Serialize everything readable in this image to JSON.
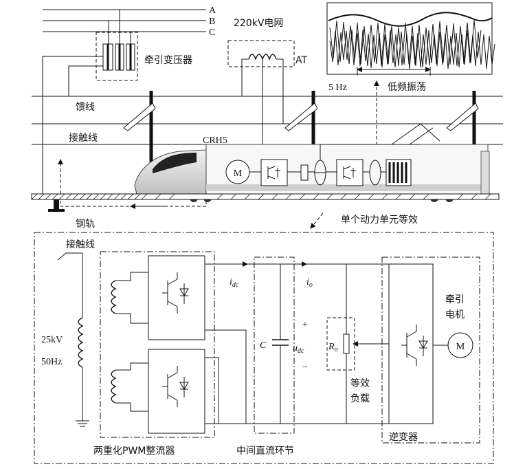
{
  "top": {
    "phases": [
      "A",
      "B",
      "C"
    ],
    "grid_label": "220kV电网",
    "traction_transformer": "牵引变压器",
    "autotransformer": "AT",
    "feeder": "馈线",
    "catenary": "接触线",
    "rail": "钢轨",
    "train_model": "CRH5",
    "motor": "M",
    "oscillation_freq": "5 Hz",
    "oscillation_label": "低频振荡",
    "equivalence": "单个动力单元等效"
  },
  "bottom": {
    "catenary": "接触线",
    "source_voltage": "25kV",
    "source_freq": "50Hz",
    "rectifier": "两重化PWM整流器",
    "dc_link": "中间直流环节",
    "inverter": "逆变器",
    "i_dc": "i",
    "i_dc_sub": "dc",
    "i_o": "i",
    "i_o_sub": "o",
    "capacitor": "C",
    "u_dc": "u",
    "u_dc_sub": "dc",
    "plus": "+",
    "minus": "−",
    "r_o": "R",
    "r_o_sub": "o",
    "load_line1": "等效",
    "load_line2": "负载",
    "motor_line1": "牵引",
    "motor_line2": "电机",
    "motor": "M"
  }
}
